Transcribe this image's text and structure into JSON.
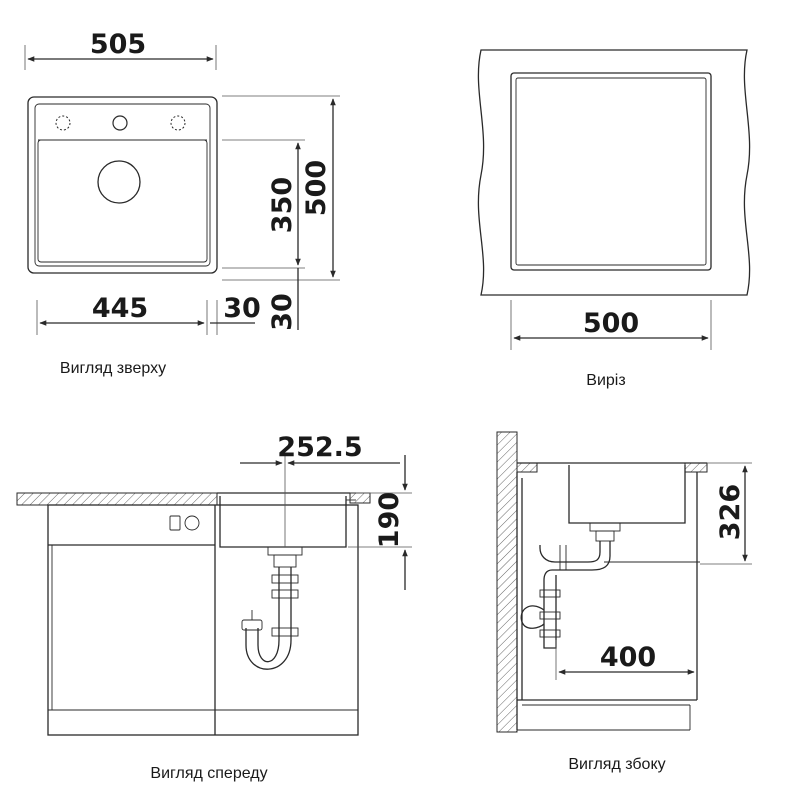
{
  "views": {
    "top": {
      "caption": "Вигляд зверху",
      "dims": {
        "width": "505",
        "bowl_width": "445",
        "right_margin": "30",
        "depth": "500",
        "bowl_depth": "350",
        "bottom_margin": "30"
      }
    },
    "cutout": {
      "caption": "Виріз",
      "dims": {
        "width": "500"
      }
    },
    "front": {
      "caption": "Вигляд спереду",
      "dims": {
        "drain_offset": "252.5",
        "bowl_height": "190"
      }
    },
    "side": {
      "caption": "Вигляд збоку",
      "dims": {
        "drain_height": "326",
        "drain_depth": "400"
      }
    }
  }
}
